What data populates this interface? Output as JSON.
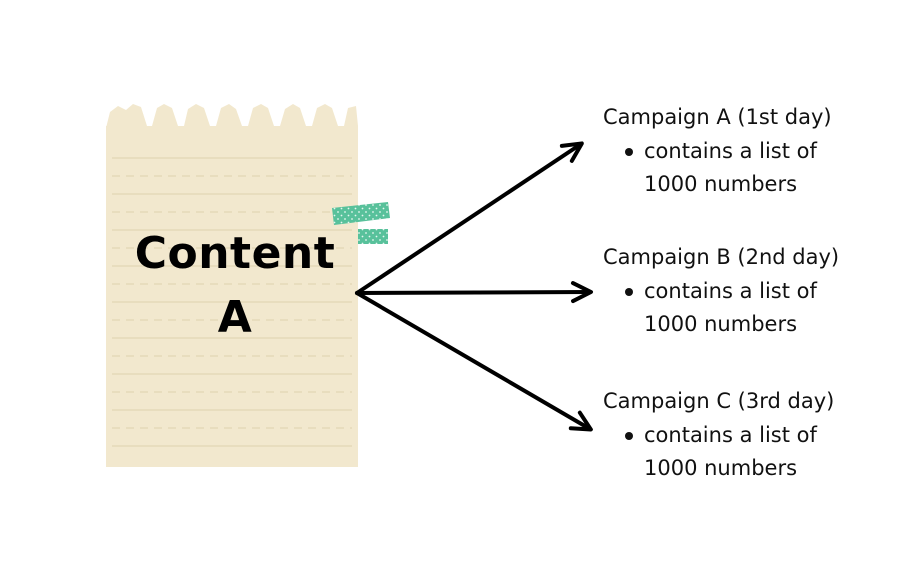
{
  "note": {
    "title_line1": "Content",
    "title_line2": "A"
  },
  "campaigns": [
    {
      "title": "Campaign A (1st day)",
      "detail": "contains a list of 1000 numbers"
    },
    {
      "title": "Campaign B (2nd day)",
      "detail": "contains a list of 1000 numbers"
    },
    {
      "title": "Campaign C (3rd day)",
      "detail": "contains a list of 1000 numbers"
    }
  ],
  "colors": {
    "paper": "#f2e8ce",
    "paper_lines": "#e3d6b5",
    "tape": "#58c19b",
    "arrow": "#000000"
  }
}
